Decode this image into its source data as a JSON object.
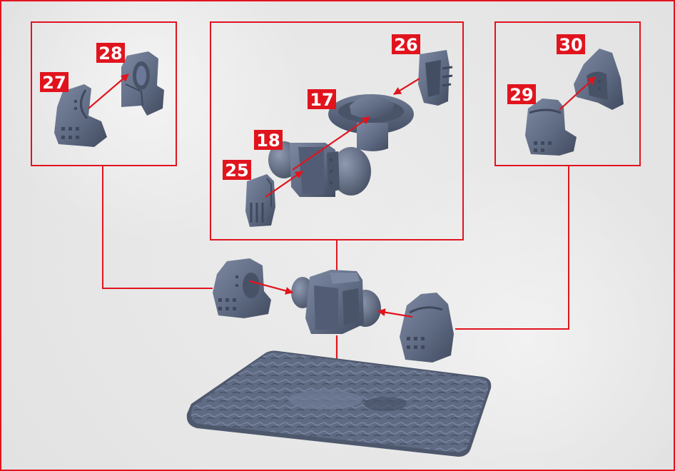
{
  "colors": {
    "accent": "#e1141e",
    "part": "#5f6b83",
    "part_dark": "#414b60",
    "part_light": "#7d89a2",
    "background": "#e9e9e9"
  },
  "labels": {
    "p27": "27",
    "p28": "28",
    "p17": "17",
    "p26": "26",
    "p18": "18",
    "p25": "25",
    "p29": "29",
    "p30": "30"
  }
}
